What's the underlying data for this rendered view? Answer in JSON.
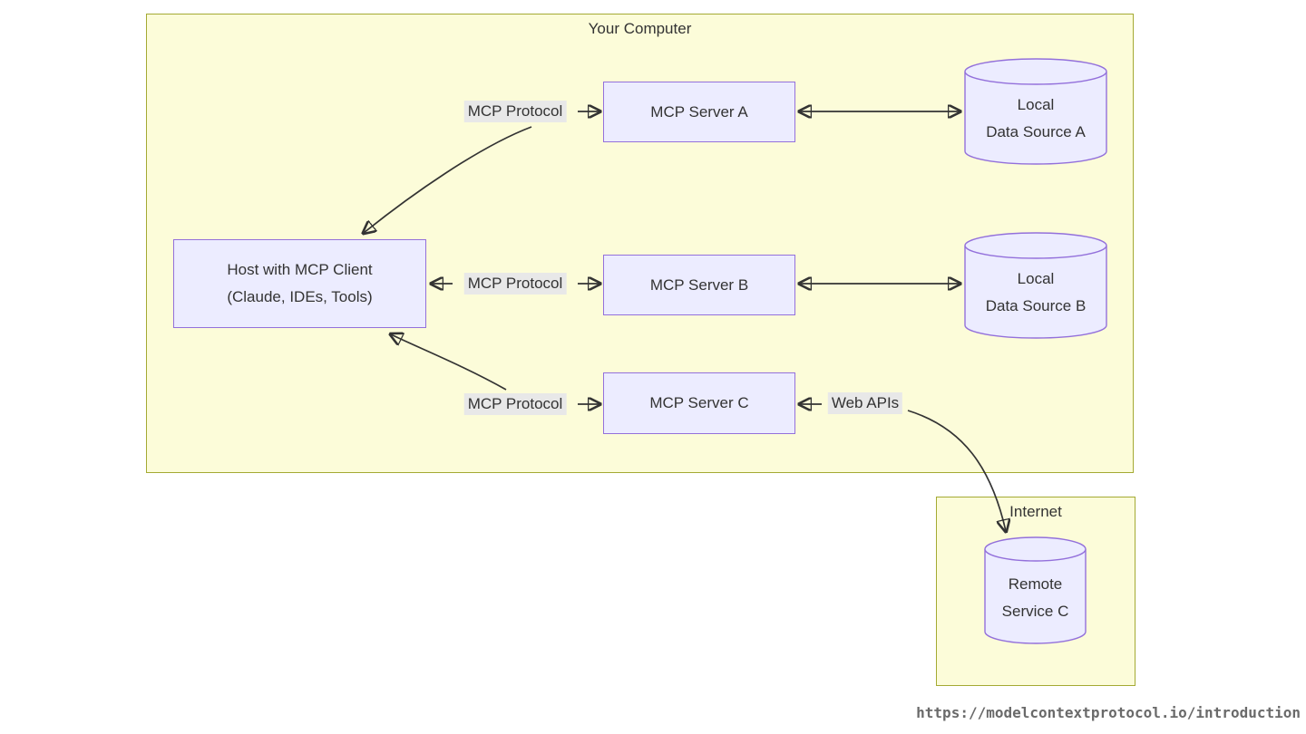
{
  "groups": {
    "your_computer": {
      "label": "Your Computer"
    },
    "internet": {
      "label": "Internet"
    }
  },
  "nodes": {
    "host": {
      "line1": "Host with MCP Client",
      "line2": "(Claude, IDEs, Tools)"
    },
    "server_a": {
      "label": "MCP Server A"
    },
    "server_b": {
      "label": "MCP Server B"
    },
    "server_c": {
      "label": "MCP Server C"
    },
    "data_source_a": {
      "line1": "Local",
      "line2": "Data Source A"
    },
    "data_source_b": {
      "line1": "Local",
      "line2": "Data Source B"
    },
    "remote_service_c": {
      "line1": "Remote",
      "line2": "Service C"
    }
  },
  "edge_labels": {
    "protocol_a": "MCP Protocol",
    "protocol_b": "MCP Protocol",
    "protocol_c": "MCP Protocol",
    "web_apis": "Web APIs"
  },
  "footer": {
    "url": "https://modelcontextprotocol.io/introduction"
  },
  "colors": {
    "group_fill": "#FCFCD9",
    "group_border": "#A4AA33",
    "node_fill": "#ECECFF",
    "node_border": "#9370DB",
    "edge_label_bg": "#E8E8E8",
    "line": "#333333",
    "text": "#333333",
    "url_text": "#6A6A6A"
  }
}
